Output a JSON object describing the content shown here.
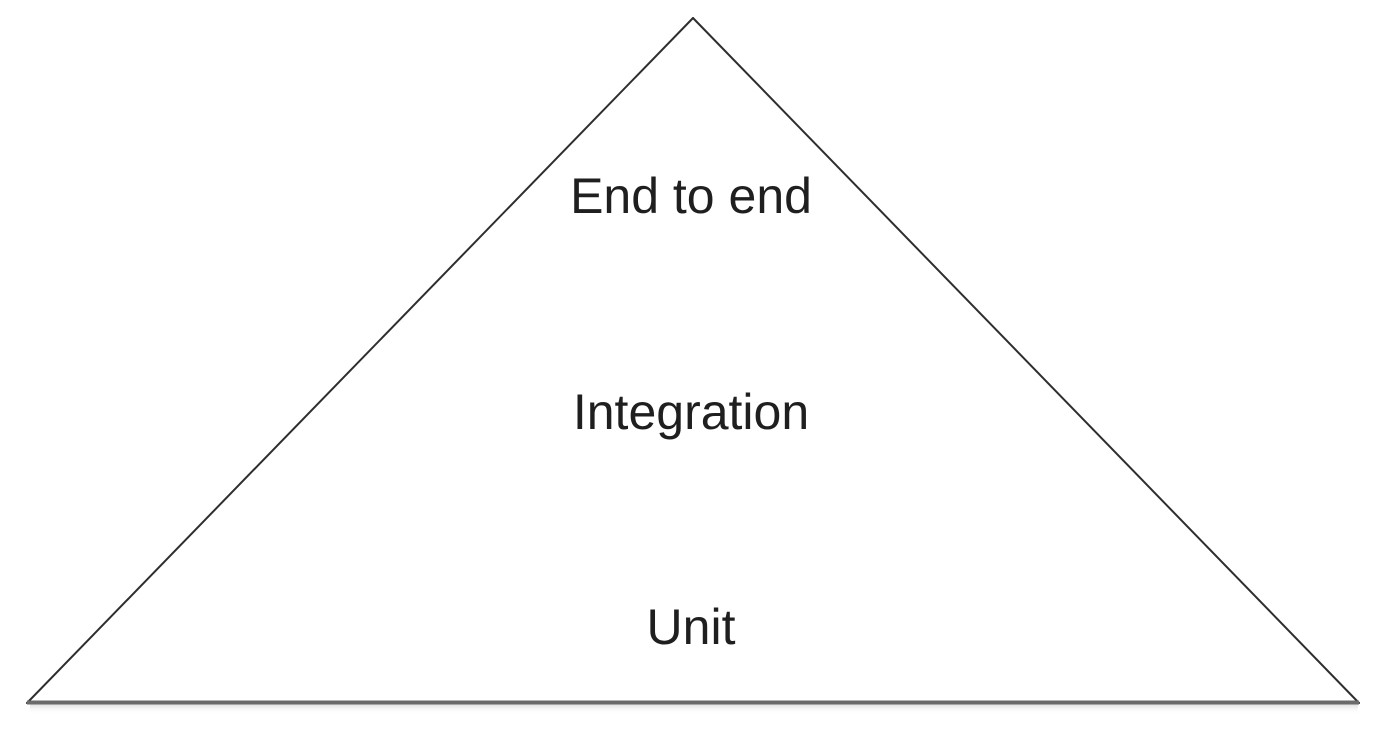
{
  "pyramid": {
    "levels": [
      {
        "label": "End to end"
      },
      {
        "label": "Integration"
      },
      {
        "label": "Unit"
      }
    ],
    "colors": {
      "background": "#ffffff",
      "side_stroke": "#2e2e2e",
      "base_stroke": "#6a6a6a",
      "base_shadow": "#d9d9d9",
      "text": "#1f1f1f"
    }
  }
}
